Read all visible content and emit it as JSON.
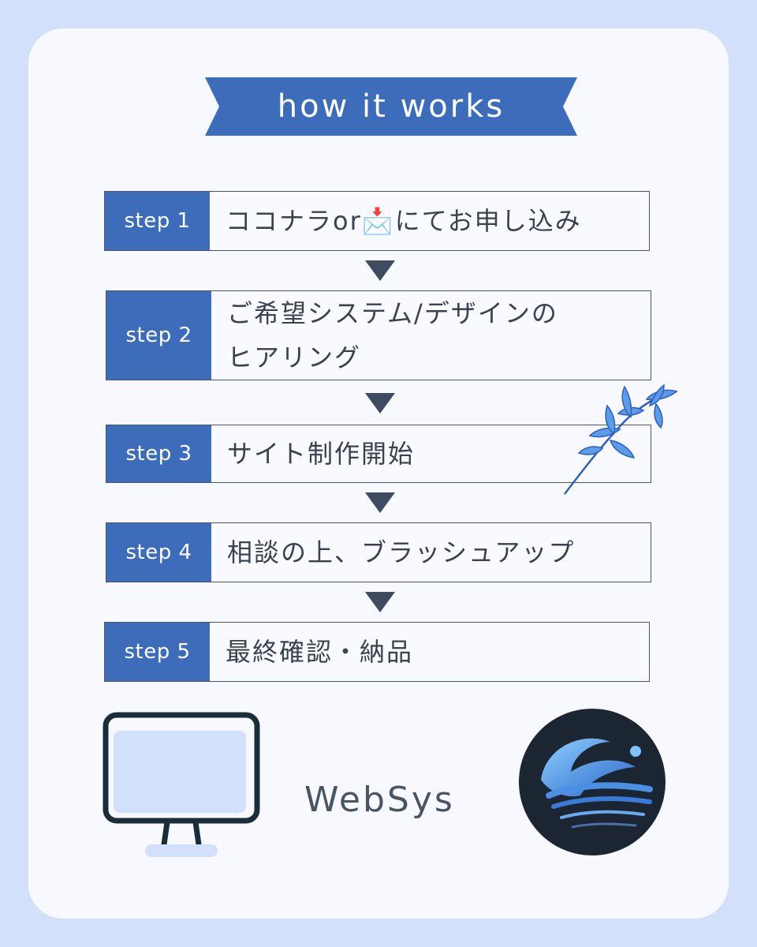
{
  "header": {
    "title": "how it works"
  },
  "steps": [
    {
      "tag": "step 1",
      "text": "ココナラor📩にてお申し込み"
    },
    {
      "tag": "step 2",
      "text": "ご希望システム/デザインの\nヒアリング"
    },
    {
      "tag": "step 3",
      "text": "サイト制作開始"
    },
    {
      "tag": "step 4",
      "text": "相談の上、ブラッシュアップ"
    },
    {
      "tag": "step 5",
      "text": "最終確認・納品"
    }
  ],
  "footer": {
    "brand": "WebSys"
  },
  "icons": {
    "arrow": "down-triangle-icon",
    "leaf": "leaf-branch-icon",
    "monitor": "monitor-icon",
    "logo": "wave-logo-icon"
  },
  "colors": {
    "background": "#d3e0fb",
    "card": "#f7f9fe",
    "accent": "#3d6cba",
    "text": "#3a4250",
    "arrow": "#3f4b5e"
  }
}
